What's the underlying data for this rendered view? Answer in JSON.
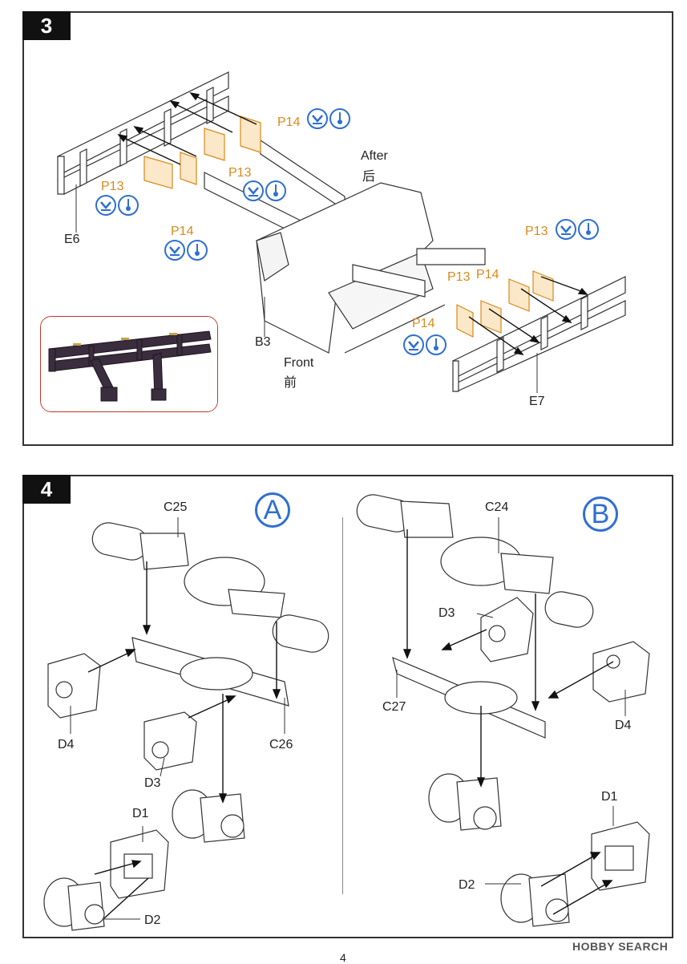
{
  "step3": {
    "number": "3",
    "labels": {
      "e6": "E6",
      "e7": "E7",
      "b3": "B3",
      "p13a": "P13",
      "p13b": "P13",
      "p13c": "P13",
      "p13d": "P13",
      "p14a": "P14",
      "p14b": "P14",
      "p14c": "P14",
      "p14d": "P14",
      "after_en": "After",
      "after_cn": "后",
      "front_en": "Front",
      "front_cn": "前"
    }
  },
  "step4": {
    "number": "4",
    "variant_a": {
      "letter": "A",
      "labels": {
        "c25": "C25",
        "c26": "C26",
        "d4": "D4",
        "d3": "D3",
        "d1": "D1",
        "d2": "D2"
      }
    },
    "variant_b": {
      "letter": "B",
      "labels": {
        "c24": "C24",
        "c27": "C27",
        "d3": "D3",
        "d4": "D4",
        "d1": "D1",
        "d2": "D2"
      }
    }
  },
  "footer": {
    "page_number": "4",
    "watermark": "HOBBY SEARCH"
  },
  "colors": {
    "accent_blue": "#2e6fd1",
    "photo_etch_orange": "#d98a1c",
    "inset_border": "#c0392b",
    "frame_dark": "#333333"
  }
}
